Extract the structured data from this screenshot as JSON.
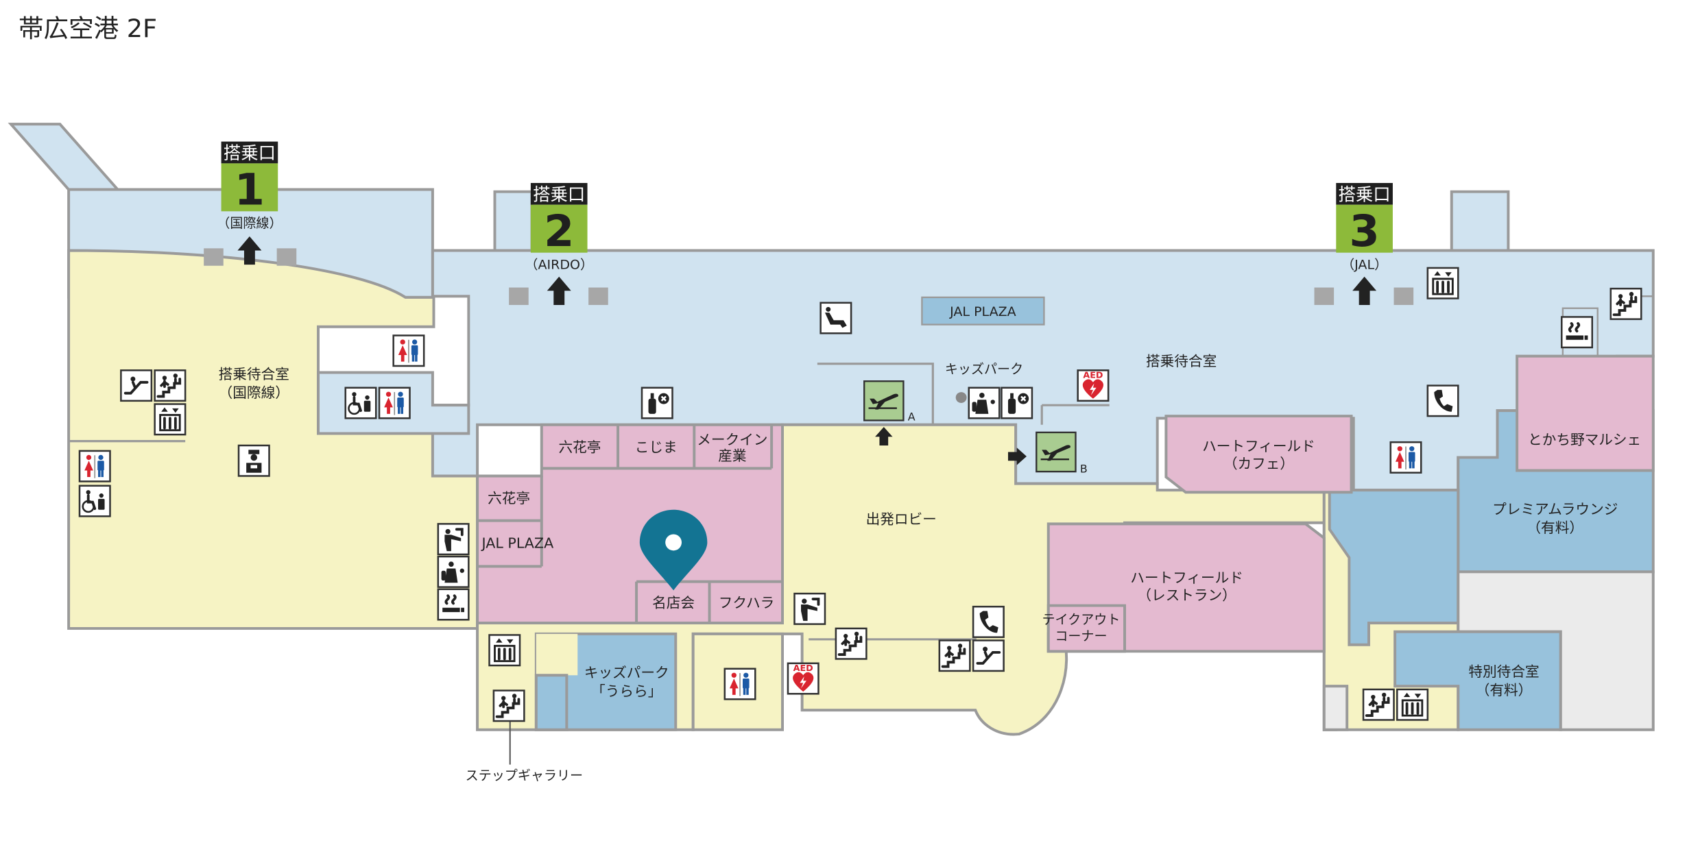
{
  "title": "帯広空港 2F",
  "gates": [
    {
      "header": "搭乗口",
      "number": "1",
      "caption": "（国際線）"
    },
    {
      "header": "搭乗口",
      "number": "2",
      "caption": "（AIRDO）"
    },
    {
      "header": "搭乗口",
      "number": "3",
      "caption": "（JAL）"
    }
  ],
  "rooms": {
    "intl_waiting": "搭乗待合室",
    "intl_waiting_sub": "（国際線）",
    "domestic_waiting": "搭乗待合室",
    "jal_plaza_top": "JAL PLAZA",
    "kids_park": "キッズパーク",
    "rokkatei_1": "六花亭",
    "kojima": "こじま",
    "make_in_1": "メークイン",
    "make_in_2": "産業",
    "rokkatei_2": "六花亭",
    "jal_plaza_shop": "JAL PLAZA",
    "meitenkai": "名店会",
    "fukuhara": "フクハラ",
    "departure_lobby": "出発ロビー",
    "heartfield_cafe_1": "ハートフィールド",
    "heartfield_cafe_2": "（カフェ）",
    "tokachino_marche": "とかち野マルシェ",
    "premium_lounge_1": "プレミアムラウンジ",
    "premium_lounge_2": "（有料）",
    "heartfield_rest_1": "ハートフィールド",
    "heartfield_rest_2": "（レストラン）",
    "takeout_1": "テイクアウト",
    "takeout_2": "コーナー",
    "kids_park_urara_1": "キッズパーク",
    "kids_park_urara_2": "「うらら」",
    "special_waiting_1": "特別待合室",
    "special_waiting_2": "（有料）",
    "step_gallery": "ステップギャラリー"
  },
  "security": [
    {
      "label": "A"
    },
    {
      "label": "B"
    }
  ],
  "aed": {
    "label": "AED"
  },
  "icons": [
    "escalator-icon",
    "stairs-icon",
    "elevator-icon",
    "restroom-icon",
    "accessible-restroom-icon",
    "nursing-room-icon",
    "smoking-room-icon",
    "telephone-icon",
    "drinking-fountain-icon",
    "massage-chair-icon",
    "guard-icon",
    "aed-icon",
    "departure-icon",
    "location-pin-icon"
  ],
  "colors": {
    "gate_area": "#d0e3f0",
    "public_area": "#f6f3c4",
    "shop": "#e4bad0",
    "lounge": "#98c2dc",
    "security": "#a9cc91",
    "gate_badge_header": "#1f1f1f",
    "gate_badge_body": "#8dba3a",
    "pin": "#137493",
    "aed": "#d9242f"
  }
}
